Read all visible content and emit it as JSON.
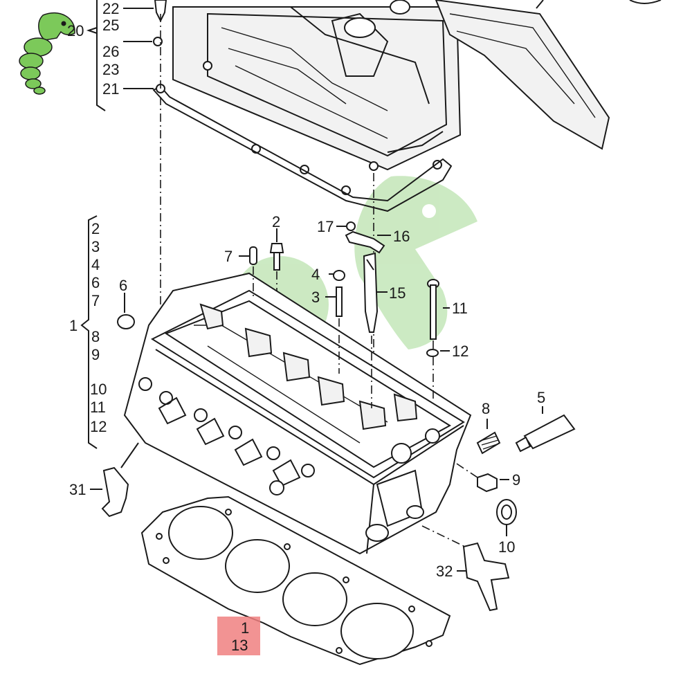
{
  "colors": {
    "line": "#1a1a1a",
    "watermark": "#8fd07a",
    "logo_green": "#7cc95a",
    "highlight": "#f08080"
  },
  "icons": {
    "logo": "caterpillar-logo-icon",
    "watermark": "caterpillar-watermark-icon"
  },
  "callouts": {
    "p22": "22",
    "p20": "20",
    "p25": "25",
    "p26": "26",
    "p23": "23",
    "p21": "21",
    "p1": "1",
    "g2": "2",
    "g3": "3",
    "g4": "4",
    "g6": "6",
    "g7": "7",
    "g8": "8",
    "g9": "9",
    "g10": "10",
    "g11": "11",
    "g12": "12",
    "p6": "6",
    "p7": "7",
    "p2": "2",
    "p4": "4",
    "p3": "3",
    "p17": "17",
    "p16": "16",
    "p15": "15",
    "p11": "11",
    "p12": "12",
    "p8": "8",
    "p5": "5",
    "p9": "9",
    "p10": "10",
    "p31": "31",
    "p32": "32",
    "p13a": "1",
    "p13b": "13"
  }
}
